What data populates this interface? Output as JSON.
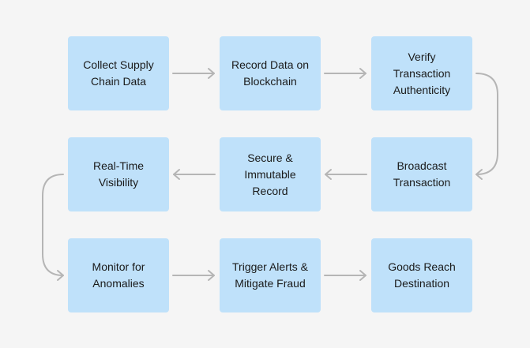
{
  "diagram": {
    "nodes": [
      {
        "id": "collect",
        "label": "Collect Supply\nChain Data"
      },
      {
        "id": "record",
        "label": "Record Data on\nBlockchain"
      },
      {
        "id": "verify",
        "label": "Verify\nTransaction\nAuthenticity"
      },
      {
        "id": "broadcast",
        "label": "Broadcast\nTransaction"
      },
      {
        "id": "secure",
        "label": "Secure &\nImmutable\nRecord"
      },
      {
        "id": "visibility",
        "label": "Real-Time\nVisibility"
      },
      {
        "id": "monitor",
        "label": "Monitor for\nAnomalies"
      },
      {
        "id": "alerts",
        "label": "Trigger Alerts &\nMitigate Fraud"
      },
      {
        "id": "destination",
        "label": "Goods Reach\nDestination"
      }
    ],
    "edges": [
      {
        "from": "collect",
        "to": "record"
      },
      {
        "from": "record",
        "to": "verify"
      },
      {
        "from": "verify",
        "to": "broadcast"
      },
      {
        "from": "broadcast",
        "to": "secure"
      },
      {
        "from": "secure",
        "to": "visibility"
      },
      {
        "from": "visibility",
        "to": "monitor"
      },
      {
        "from": "monitor",
        "to": "alerts"
      },
      {
        "from": "alerts",
        "to": "destination"
      }
    ],
    "colors": {
      "node_fill": "#bfe1fa",
      "connector": "#b5b5b5",
      "background": "#f5f5f5",
      "text": "#1a1a1a"
    }
  }
}
